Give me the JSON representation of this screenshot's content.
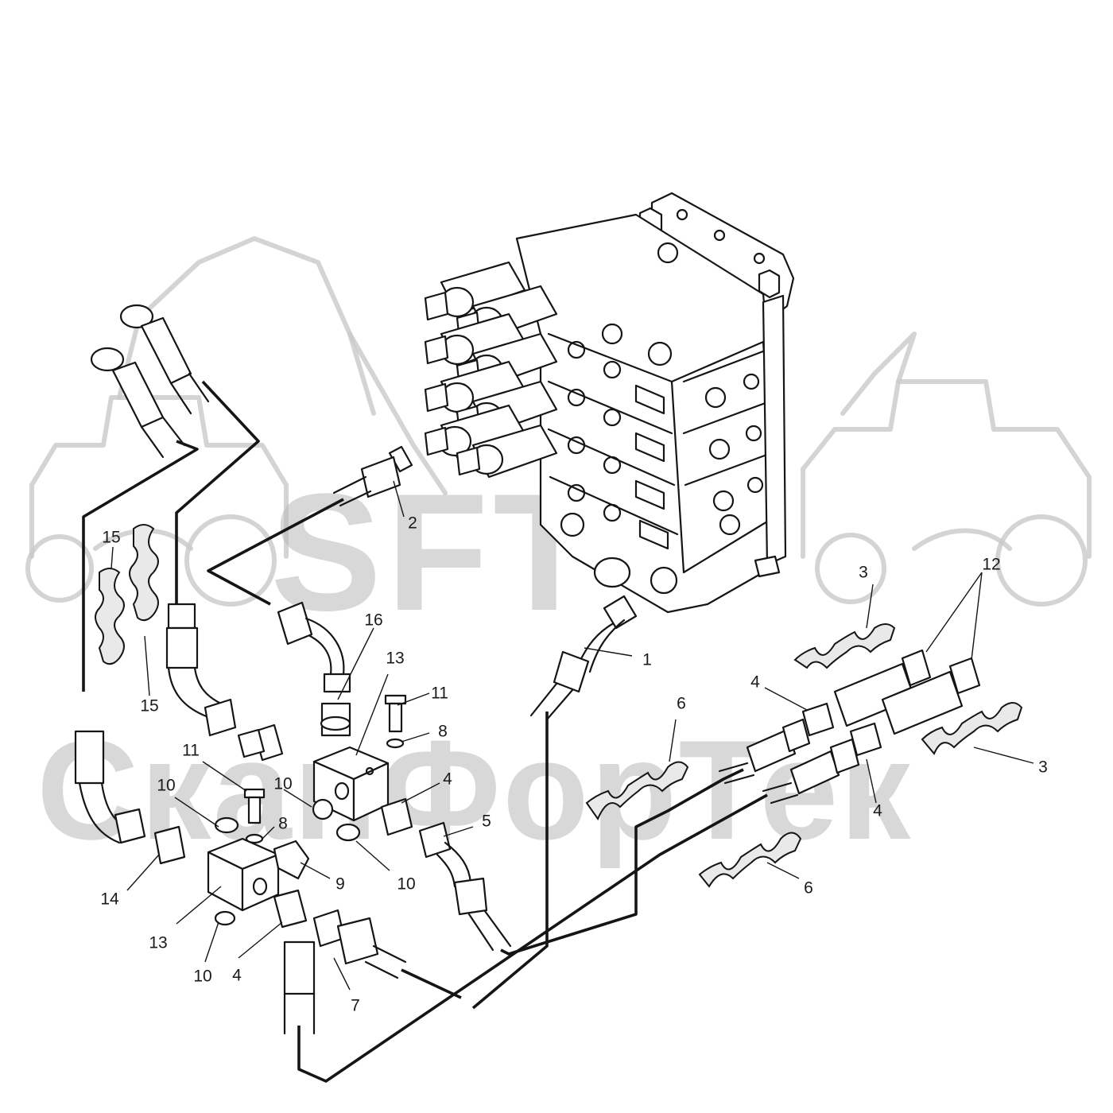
{
  "watermark": {
    "top_text": "SFT",
    "bottom_text": "СканФорТек",
    "color": "#b9b9b9"
  },
  "callouts": [
    {
      "id": "c1",
      "label": "1"
    },
    {
      "id": "c2",
      "label": "2"
    },
    {
      "id": "c3a",
      "label": "3"
    },
    {
      "id": "c3b",
      "label": "3"
    },
    {
      "id": "c4a",
      "label": "4"
    },
    {
      "id": "c4b",
      "label": "4"
    },
    {
      "id": "c4c",
      "label": "4"
    },
    {
      "id": "c4d",
      "label": "4"
    },
    {
      "id": "c5",
      "label": "5"
    },
    {
      "id": "c6a",
      "label": "6"
    },
    {
      "id": "c6b",
      "label": "6"
    },
    {
      "id": "c7",
      "label": "7"
    },
    {
      "id": "c8a",
      "label": "8"
    },
    {
      "id": "c8b",
      "label": "8"
    },
    {
      "id": "c9",
      "label": "9"
    },
    {
      "id": "c10a",
      "label": "10"
    },
    {
      "id": "c10b",
      "label": "10"
    },
    {
      "id": "c10c",
      "label": "10"
    },
    {
      "id": "c10d",
      "label": "10"
    },
    {
      "id": "c11a",
      "label": "11"
    },
    {
      "id": "c11b",
      "label": "11"
    },
    {
      "id": "c12",
      "label": "12"
    },
    {
      "id": "c13a",
      "label": "13"
    },
    {
      "id": "c13b",
      "label": "13"
    },
    {
      "id": "c14",
      "label": "14"
    },
    {
      "id": "c15a",
      "label": "15"
    },
    {
      "id": "c15b",
      "label": "15"
    },
    {
      "id": "c16",
      "label": "16"
    }
  ]
}
